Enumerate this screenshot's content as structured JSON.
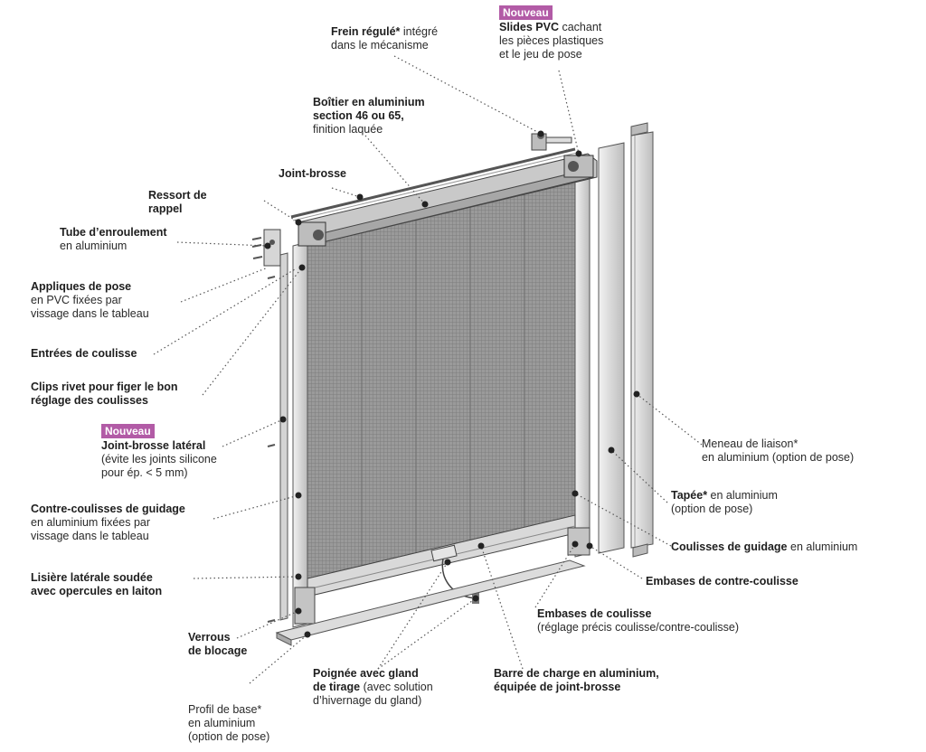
{
  "badge_colors": {
    "nouveau_bg": "#b25ba6",
    "nouveau_text": "#ffffff"
  },
  "labels": {
    "frein": {
      "bold": "Frein régulé*",
      "rest": " intégré",
      "line2": "dans le mécanisme"
    },
    "slides": {
      "badge": "Nouveau",
      "bold": "Slides PVC",
      "rest": " cachant",
      "line2": "les pièces plastiques",
      "line3": "et le jeu de pose"
    },
    "boitier": {
      "line1": "Boîtier en aluminium",
      "line2": "section 46 ou 65,",
      "line3": "finition laquée"
    },
    "joint_brosse": {
      "line1": "Joint-brosse"
    },
    "ressort": {
      "line1": "Ressort de",
      "line2": "rappel"
    },
    "tube": {
      "bold": "Tube d’enroulement",
      "line2": "en aluminium"
    },
    "appliques": {
      "bold": "Appliques de pose",
      "line2": "en PVC fixées par",
      "line3": "vissage dans le tableau"
    },
    "entrees": {
      "line1": "Entrées de coulisse"
    },
    "clips": {
      "line1": "Clips rivet pour figer le bon",
      "line2": "réglage des coulisses"
    },
    "joint_lateral": {
      "badge": "Nouveau",
      "bold": "Joint-brosse latéral",
      "line2": "(évite les joints silicone",
      "line3": "pour ép. < 5 mm)"
    },
    "contre_coulisses": {
      "bold": "Contre-coulisses de guidage",
      "line2": "en aluminium fixées par",
      "line3": "vissage dans le tableau"
    },
    "lisiere": {
      "line1": "Lisière latérale soudée",
      "line2": "avec opercules en laiton"
    },
    "verrous": {
      "line1": "Verrous",
      "line2": "de blocage"
    },
    "profil": {
      "line1": "Profil de base*",
      "line2": "en aluminium",
      "line3": "(option de pose)"
    },
    "poignee": {
      "bold1": "Poignée avec gland",
      "bold2": "de tirage",
      "rest2": " (avec solution",
      "line3": "d’hivernage du gland)"
    },
    "barre": {
      "line1": "Barre de charge en aluminium,",
      "line2": "équipée de joint-brosse"
    },
    "embases_coulisse": {
      "bold": "Embases de coulisse",
      "line2": "(réglage précis coulisse/contre-coulisse)"
    },
    "embases_contre": {
      "line1": "Embases de contre-coulisse"
    },
    "coulisses": {
      "bold": "Coulisses de guidage",
      "rest": " en aluminium"
    },
    "tapee": {
      "bold": "Tapée*",
      "rest": " en aluminium",
      "line2": "(option de pose)"
    },
    "meneau": {
      "line1": "Meneau de liaison*",
      "line2": "en aluminium (option de pose)"
    }
  }
}
